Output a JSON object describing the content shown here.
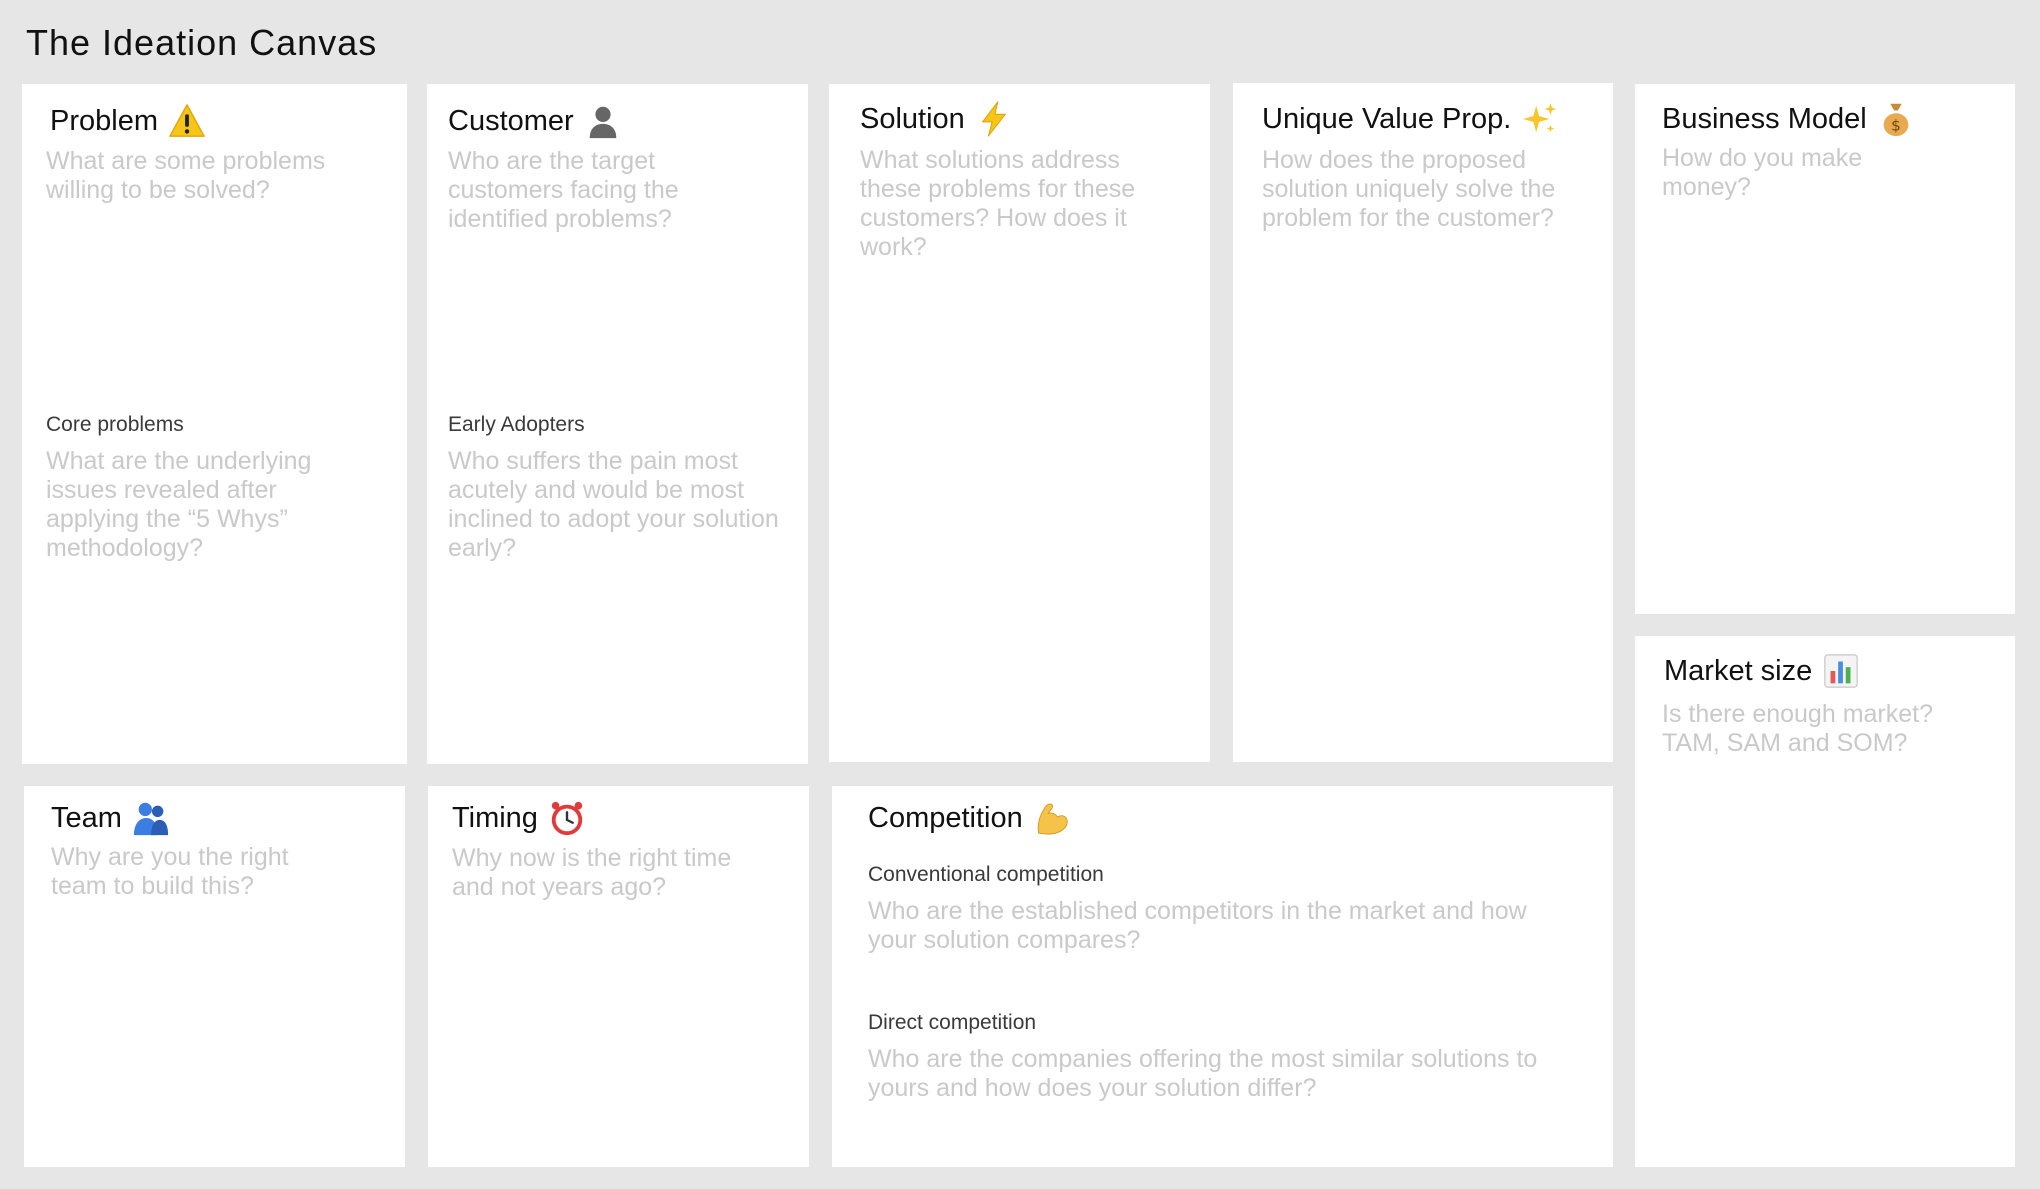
{
  "page_title": "The Ideation Canvas",
  "cards": {
    "problem": {
      "title": "Problem",
      "icon": "warning-icon",
      "hint": "What are some problems willing to be solved?",
      "sub_label": "Core problems",
      "sub_hint": "What are the underlying issues revealed after applying the “5 Whys” methodology?"
    },
    "customer": {
      "title": "Customer",
      "icon": "person-silhouette-icon",
      "hint": "Who are the target customers facing the identified problems?",
      "sub_label": "Early Adopters",
      "sub_hint": "Who suffers the pain most acutely and would be most inclined to adopt your solution early?"
    },
    "solution": {
      "title": "Solution",
      "icon": "lightning-icon",
      "hint": "What solutions address these problems for these customers? How does it work?"
    },
    "uvp": {
      "title": "Unique Value Prop.",
      "icon": "sparkles-icon",
      "hint": "How does the proposed solution uniquely solve the problem for the customer?"
    },
    "business_model": {
      "title": "Business Model",
      "icon": "money-bag-icon",
      "hint": "How do you make money?"
    },
    "market_size": {
      "title": "Market size",
      "icon": "bar-chart-icon",
      "hint": "Is there enough market? TAM, SAM and SOM?"
    },
    "team": {
      "title": "Team",
      "icon": "people-hugging-icon",
      "hint": "Why are you the right team to build this?"
    },
    "timing": {
      "title": "Timing",
      "icon": "alarm-clock-icon",
      "hint": "Why now is the right time and not years ago?"
    },
    "competition": {
      "title": "Competition",
      "icon": "flexed-biceps-icon",
      "sub_label_1": "Conventional competition",
      "sub_hint_1": "Who are the established competitors in the market and how your solution compares?",
      "sub_label_2": "Direct competition",
      "sub_hint_2": "Who are the companies offering the most similar solutions to yours and how does your solution differ?"
    }
  },
  "colors": {
    "background": "#e6e6e6",
    "card": "#ffffff",
    "hint_text": "#c9c9c9",
    "title_text": "#111111"
  }
}
